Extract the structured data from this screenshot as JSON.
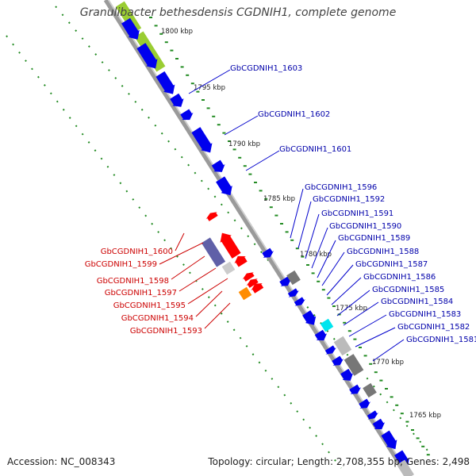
{
  "title": "Granulibacter bethesdensis CGDNIH1, complete genome",
  "accession": "Accession: NC_008343",
  "topology": "Topology: circular; Length: 2,708,355 bp; Genes: 2,498",
  "colors": {
    "forward_gene": "#ff0000",
    "reverse_gene": "#0000ee",
    "forward_label": "#cc0000",
    "reverse_label": "#0000aa",
    "backbone": "#888888",
    "scale_ticks": "#228b22",
    "rna": "#9acd32",
    "pseudo": "#777777",
    "other_a": "#00e5ee",
    "other_b": "#ff8c00",
    "other_c": "#6060a8"
  },
  "scale_labels": [
    "1800 kbp",
    "1795 kbp",
    "1790 kbp",
    "1785 kbp",
    "1780 kbp",
    "1775 kbp",
    "1770 kbp",
    "1765 kbp"
  ],
  "reverse_strand_labels": [
    "GbCGDNIH1_1603",
    "GbCGDNIH1_1602",
    "GbCGDNIH1_1601",
    "GbCGDNIH1_1596",
    "GbCGDNIH1_1592",
    "GbCGDNIH1_1591",
    "GbCGDNIH1_1590",
    "GbCGDNIH1_1589",
    "GbCGDNIH1_1588",
    "GbCGDNIH1_1587",
    "GbCGDNIH1_1586",
    "GbCGDNIH1_1585",
    "GbCGDNIH1_1584",
    "GbCGDNIH1_1583",
    "GbCGDNIH1_1582",
    "GbCGDNIH1_1581"
  ],
  "forward_strand_labels": [
    "GbCGDNIH1_1600",
    "GbCGDNIH1_1599",
    "GbCGDNIH1_1598",
    "GbCGDNIH1_1597",
    "GbCGDNIH1_1595",
    "GbCGDNIH1_1594",
    "GbCGDNIH1_1593"
  ]
}
